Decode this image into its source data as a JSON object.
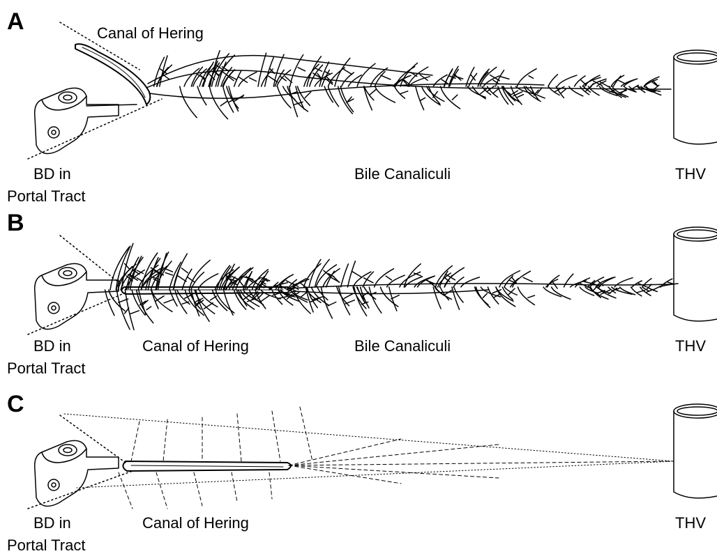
{
  "panels": [
    {
      "letter": "A",
      "labels": {
        "canal": "Canal of Hering",
        "bd_line1": "BD in",
        "bd_line2": "Portal Tract",
        "canaliculi": "Bile Canaliculi",
        "vein": "THV"
      }
    },
    {
      "letter": "B",
      "labels": {
        "canal": "Canal of Hering",
        "bd_line1": "BD in",
        "bd_line2": "Portal Tract",
        "canaliculi": "Bile Canaliculi",
        "vein": "THV"
      }
    },
    {
      "letter": "C",
      "labels": {
        "canal": "Canal of Hering",
        "bd_line1": "BD in",
        "bd_line2": "Portal Tract",
        "vein": "THV"
      }
    }
  ],
  "colors": {
    "ink": "#000000",
    "background": "#ffffff"
  }
}
